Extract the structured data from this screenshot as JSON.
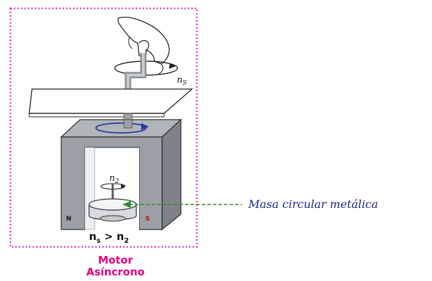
{
  "diagram": {
    "label_ns": "n",
    "label_ns_sub": "S",
    "label_n2": "n",
    "label_n2_sub": "2",
    "pole_north": "N",
    "pole_south": "S",
    "relation_main1": "n",
    "relation_sub1": "s",
    "relation_op": " > ",
    "relation_main2": "n",
    "relation_sub2": "2",
    "mass_label": "Masa circular metálica",
    "caption_line1": "Motor",
    "caption_line2": "Asíncrono"
  },
  "colors": {
    "frame_border": "#e040c0",
    "caption": "#e8007a",
    "label_text": "#1a2a8a",
    "arrow_green": "#2e8b2e",
    "magnet_fill": "#9aa0a6",
    "rotation_arrow": "#2a3a9a",
    "south_pole": "#cc0000"
  }
}
